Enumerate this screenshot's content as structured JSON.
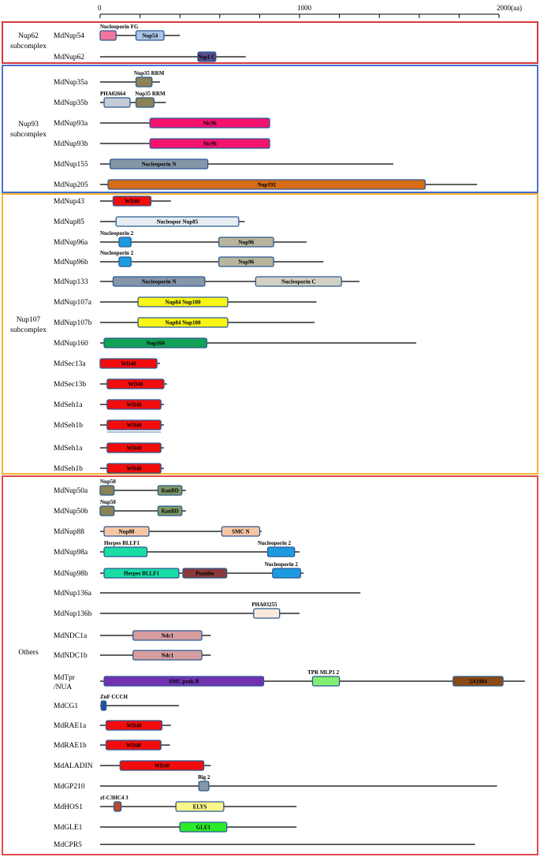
{
  "scale": {
    "ticks": [
      {
        "value": 0,
        "label": "0"
      },
      {
        "value": 200,
        "label": ""
      },
      {
        "value": 400,
        "label": ""
      },
      {
        "value": 600,
        "label": ""
      },
      {
        "value": 800,
        "label": ""
      },
      {
        "value": 1000,
        "label": "1000"
      },
      {
        "value": 1200,
        "label": ""
      },
      {
        "value": 1400,
        "label": ""
      },
      {
        "value": 1600,
        "label": ""
      },
      {
        "value": 1800,
        "label": ""
      },
      {
        "value": 2000,
        "label": "2000(aa)"
      }
    ],
    "max": 2000
  },
  "colors": {
    "pink_fg": "#f4759c",
    "lightblue": "#a9c4e6",
    "purple": "#5b4b8c",
    "olive": "#8b8256",
    "grey": "#c4ccd4",
    "magenta": "#f5136e",
    "slate": "#8496a8",
    "orange": "#d66c16",
    "red": "#f20d0d",
    "cream": "#e5ecf2",
    "blue": "#1c9ae0",
    "tan": "#b8b59c",
    "beige": "#d2d0c2",
    "yellow": "#f9f514",
    "green": "#13a155",
    "green2": "#7e9a62",
    "peach": "#f6c6a4",
    "teal": "#19dda4",
    "maroon": "#8a3a3a",
    "rose": "#d79ea0",
    "violet": "#7232b0",
    "lightgreen": "#83ef72",
    "brown": "#8a4a14",
    "navy": "#1f4fa8",
    "rust": "#c0492a",
    "lightyellow": "#f6f68a",
    "lime": "#2aec2a",
    "paleorange": "#fbeadc"
  },
  "groups": [
    {
      "label": "Nup62 subcomplex",
      "border": "#d9363e"
    },
    {
      "label": "Nup93 subcomplex",
      "border": "#4a6fd1"
    },
    {
      "label": "Nup107 subcomplex",
      "border": "#f1b431"
    },
    {
      "label": "Others",
      "border": "#e3474f"
    }
  ],
  "proteins": [
    {
      "name": "MdNup54",
      "length": 400,
      "domains": [
        {
          "label": "",
          "start": 0,
          "end": 80,
          "color": "pink_fg"
        },
        {
          "label": "Nup54",
          "start": 180,
          "end": 320,
          "color": "lightblue"
        }
      ],
      "above": [
        {
          "text": "Nucleoporin FG",
          "at": 0
        }
      ]
    },
    {
      "name": "MdNup62",
      "length": 730,
      "domains": [
        {
          "label": "Nsp1 C",
          "start": 490,
          "end": 580,
          "color": "purple"
        }
      ],
      "above": []
    },
    {
      "name": "MdNup35a",
      "length": 300,
      "domains": [
        {
          "label": "",
          "start": 180,
          "end": 260,
          "color": "olive"
        }
      ],
      "above": [
        {
          "text": "Nup35 RRM",
          "at": 170
        }
      ]
    },
    {
      "name": "MdNup35b",
      "length": 330,
      "domains": [
        {
          "label": "",
          "start": 20,
          "end": 150,
          "color": "grey"
        },
        {
          "label": "",
          "start": 180,
          "end": 270,
          "color": "olive"
        }
      ],
      "above": [
        {
          "text": "PHA02664",
          "at": 0
        },
        {
          "text": "Nup35 RRM",
          "at": 175
        }
      ]
    },
    {
      "name": "MdNup93a",
      "length": 850,
      "domains": [
        {
          "label": "Nic96",
          "start": 250,
          "end": 850,
          "color": "magenta"
        }
      ],
      "above": []
    },
    {
      "name": "MdNup93b",
      "length": 850,
      "domains": [
        {
          "label": "Nic96",
          "start": 250,
          "end": 850,
          "color": "magenta"
        }
      ],
      "above": []
    },
    {
      "name": "MdNup155",
      "length": 1470,
      "domains": [
        {
          "label": "Nucleoporin N",
          "start": 50,
          "end": 540,
          "color": "slate"
        }
      ],
      "above": []
    },
    {
      "name": "MdNup205",
      "length": 1890,
      "domains": [
        {
          "label": "Nup192",
          "start": 40,
          "end": 1630,
          "color": "orange"
        }
      ],
      "above": []
    },
    {
      "name": "MdNup43",
      "length": 355,
      "domains": [
        {
          "label": "WD40",
          "start": 65,
          "end": 255,
          "color": "red"
        }
      ],
      "above": []
    },
    {
      "name": "MdNup85",
      "length": 725,
      "domains": [
        {
          "label": "Nucleopor Nup85",
          "start": 80,
          "end": 695,
          "color": "cream"
        }
      ],
      "above": []
    },
    {
      "name": "MdNup96a",
      "length": 1035,
      "domains": [
        {
          "label": "",
          "start": 95,
          "end": 155,
          "color": "blue"
        },
        {
          "label": "Nup96",
          "start": 595,
          "end": 870,
          "color": "tan"
        }
      ],
      "above": [
        {
          "text": "Nucleoporin 2",
          "at": 0
        }
      ]
    },
    {
      "name": "MdNup96b",
      "length": 1120,
      "domains": [
        {
          "label": "",
          "start": 95,
          "end": 155,
          "color": "blue"
        },
        {
          "label": "Nup96",
          "start": 595,
          "end": 870,
          "color": "tan"
        }
      ],
      "above": [
        {
          "text": "Nucleoporin 2",
          "at": 0
        }
      ]
    },
    {
      "name": "MdNup133",
      "length": 1300,
      "domains": [
        {
          "label": "Nucleoporin N",
          "start": 65,
          "end": 525,
          "color": "slate"
        },
        {
          "label": "Nucleoporin C",
          "start": 780,
          "end": 1210,
          "color": "beige"
        }
      ],
      "above": []
    },
    {
      "name": "MdNup107a",
      "length": 1085,
      "domains": [
        {
          "label": "Nup84 Nup100",
          "start": 190,
          "end": 640,
          "color": "yellow"
        }
      ],
      "above": []
    },
    {
      "name": "MdNup107b",
      "length": 1075,
      "domains": [
        {
          "label": "Nup84 Nup100",
          "start": 190,
          "end": 640,
          "color": "yellow"
        }
      ],
      "above": []
    },
    {
      "name": "MdNup160",
      "length": 1585,
      "domains": [
        {
          "label": "Nup160",
          "start": 20,
          "end": 535,
          "color": "green"
        }
      ],
      "above": []
    },
    {
      "name": "MdSec13a",
      "length": 300,
      "domains": [
        {
          "label": "WD40",
          "start": 0,
          "end": 285,
          "color": "red"
        }
      ],
      "above": []
    },
    {
      "name": "MdSec13b",
      "length": 335,
      "domains": [
        {
          "label": "WD40",
          "start": 35,
          "end": 320,
          "color": "red"
        }
      ],
      "above": []
    },
    {
      "name": "MdSeh1a",
      "length": 320,
      "domains": [
        {
          "label": "WD40",
          "start": 35,
          "end": 305,
          "color": "red"
        }
      ],
      "above": []
    },
    {
      "name": "MdSeh1b",
      "length": 320,
      "domains": [
        {
          "label": "WD40",
          "start": 35,
          "end": 305,
          "color": "red"
        }
      ],
      "above": []
    },
    {
      "name": "MdSeh1a",
      "length": 320,
      "domains": [
        {
          "label": "WD40",
          "start": 35,
          "end": 305,
          "color": "red"
        }
      ],
      "above": []
    },
    {
      "name": "MdSeh1b",
      "length": 320,
      "domains": [
        {
          "label": "WD40",
          "start": 35,
          "end": 305,
          "color": "red"
        }
      ],
      "above": []
    },
    {
      "name": "MdNup50a",
      "length": 430,
      "domains": [
        {
          "label": "",
          "start": 0,
          "end": 70,
          "color": "olive"
        },
        {
          "label": "RanBD",
          "start": 290,
          "end": 410,
          "color": "green2"
        }
      ],
      "above": [
        {
          "text": "Nup50",
          "at": 0
        }
      ]
    },
    {
      "name": "MdNup50b",
      "length": 430,
      "domains": [
        {
          "label": "",
          "start": 0,
          "end": 70,
          "color": "olive"
        },
        {
          "label": "RanBD",
          "start": 290,
          "end": 410,
          "color": "green2"
        }
      ],
      "above": [
        {
          "text": "Nup50",
          "at": 0
        }
      ]
    },
    {
      "name": "MdNup88",
      "length": 810,
      "domains": [
        {
          "label": "Nup88",
          "start": 20,
          "end": 245,
          "color": "peach"
        },
        {
          "label": "SMC N",
          "start": 610,
          "end": 800,
          "color": "peach"
        }
      ],
      "above": []
    },
    {
      "name": "MdNup98a",
      "length": 1000,
      "domains": [
        {
          "label": "",
          "start": 20,
          "end": 235,
          "color": "teal"
        },
        {
          "label": "",
          "start": 840,
          "end": 975,
          "color": "blue"
        }
      ],
      "above": [
        {
          "text": "Herpes BLLF1",
          "at": 20
        },
        {
          "text": "Nucleoporin 2",
          "at": 790
        }
      ]
    },
    {
      "name": "MdNup98b",
      "length": 1020,
      "domains": [
        {
          "label": "Herpes BLLF1",
          "start": 20,
          "end": 395,
          "color": "teal"
        },
        {
          "label": "Pumilio",
          "start": 415,
          "end": 635,
          "color": "maroon"
        },
        {
          "label": "",
          "start": 865,
          "end": 1005,
          "color": "blue"
        }
      ],
      "above": [
        {
          "text": "Nucleoporin 2",
          "at": 825
        }
      ]
    },
    {
      "name": "MdNup136a",
      "length": 1305,
      "domains": [],
      "above": []
    },
    {
      "name": "MdNup136b",
      "length": 1000,
      "domains": [
        {
          "label": "",
          "start": 770,
          "end": 900,
          "color": "paleorange"
        }
      ],
      "above": [
        {
          "text": "PHA03255",
          "at": 760
        }
      ]
    },
    {
      "name": "MdNDC1a",
      "length": 555,
      "domains": [
        {
          "label": "Ndc1",
          "start": 165,
          "end": 510,
          "color": "rose"
        }
      ],
      "above": []
    },
    {
      "name": "MdNDC1b",
      "length": 555,
      "domains": [
        {
          "label": "Ndc1",
          "start": 165,
          "end": 510,
          "color": "rose"
        }
      ],
      "above": []
    },
    {
      "name": "MdTpr /NUA",
      "length": 2130,
      "domains": [
        {
          "label": "SMC prok B",
          "start": 20,
          "end": 820,
          "color": "violet"
        },
        {
          "label": "",
          "start": 1065,
          "end": 1200,
          "color": "lightgreen"
        },
        {
          "label": "2A1904",
          "start": 1770,
          "end": 2020,
          "color": "brown"
        }
      ],
      "above": [
        {
          "text": "TPR MLP1 2",
          "at": 1040
        }
      ]
    },
    {
      "name": "MdCG1",
      "length": 395,
      "domains": [
        {
          "label": "",
          "start": 5,
          "end": 30,
          "color": "navy"
        }
      ],
      "above": [
        {
          "text": "ZnF CCCH",
          "at": 0
        }
      ]
    },
    {
      "name": "MdRAE1a",
      "length": 355,
      "domains": [
        {
          "label": "WD40",
          "start": 30,
          "end": 310,
          "color": "red"
        }
      ],
      "above": []
    },
    {
      "name": "MdRAE1b",
      "length": 350,
      "domains": [
        {
          "label": "WD40",
          "start": 30,
          "end": 305,
          "color": "red"
        }
      ],
      "above": []
    },
    {
      "name": "MdALADIN",
      "length": 555,
      "domains": [
        {
          "label": "WD40",
          "start": 100,
          "end": 520,
          "color": "red"
        }
      ],
      "above": []
    },
    {
      "name": "MdGP210",
      "length": 1990,
      "domains": [
        {
          "label": "",
          "start": 495,
          "end": 545,
          "color": "slate"
        }
      ],
      "above": [
        {
          "text": "Big 2",
          "at": 490
        }
      ]
    },
    {
      "name": "MdHOS1",
      "length": 985,
      "domains": [
        {
          "label": "",
          "start": 70,
          "end": 105,
          "color": "rust"
        },
        {
          "label": "ELYS",
          "start": 380,
          "end": 620,
          "color": "lightyellow"
        }
      ],
      "above": [
        {
          "text": "zf-C3HC4 3",
          "at": 0
        }
      ]
    },
    {
      "name": "MdGLE1",
      "length": 985,
      "domains": [
        {
          "label": "GLE1",
          "start": 400,
          "end": 635,
          "color": "lime"
        }
      ],
      "above": []
    },
    {
      "name": "MdCPR5",
      "length": 1880,
      "domains": [],
      "above": []
    }
  ]
}
